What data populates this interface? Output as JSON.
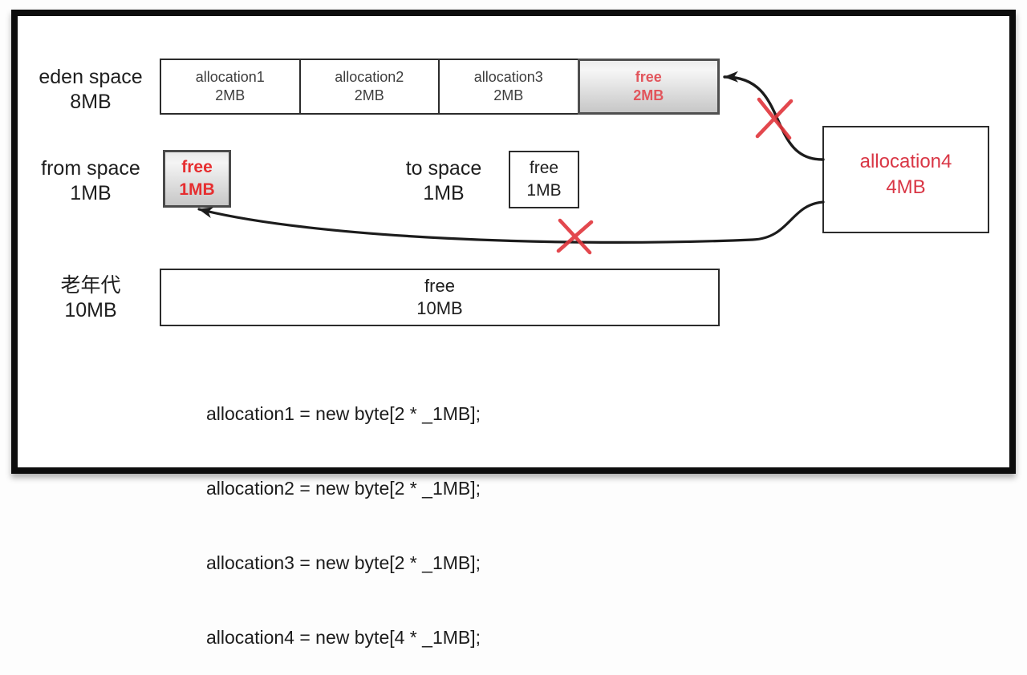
{
  "labels": {
    "eden": {
      "line1": "eden space",
      "line2": "8MB"
    },
    "from": {
      "line1": "from space",
      "line2": "1MB"
    },
    "to": {
      "line1": "to space",
      "line2": "1MB"
    },
    "old": {
      "line1": "老年代",
      "line2": "10MB"
    }
  },
  "eden_cells": [
    {
      "line1": "allocation1",
      "line2": "2MB"
    },
    {
      "line1": "allocation2",
      "line2": "2MB"
    },
    {
      "line1": "allocation3",
      "line2": "2MB"
    },
    {
      "line1": "free",
      "line2": "2MB"
    }
  ],
  "from_box": {
    "line1": "free",
    "line2": "1MB"
  },
  "to_box": {
    "line1": "free",
    "line2": "1MB"
  },
  "allocation4_box": {
    "line1": "allocation4",
    "line2": "4MB"
  },
  "old_box": {
    "line1": "free",
    "line2": "10MB"
  },
  "code": {
    "lines": [
      "allocation1 = new byte[2 * _1MB];",
      "allocation2 = new byte[2 * _1MB];",
      "allocation3 = new byte[2 * _1MB];",
      "allocation4 = new byte[4 * _1MB];"
    ]
  },
  "colors": {
    "eden_free_red": "#e2555c",
    "from_free_red": "#e62e30",
    "allocation4_red": "#d93645",
    "cross_red": "#e0353b",
    "arrow_black": "#1c1c1c",
    "frame_black": "#0d0d0d"
  }
}
